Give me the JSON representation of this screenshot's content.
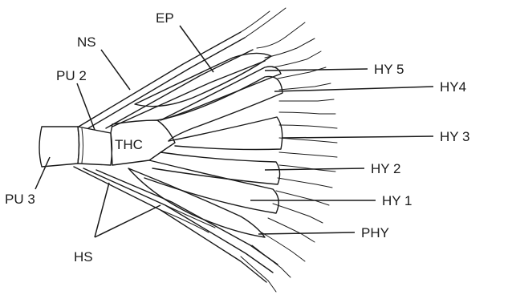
{
  "labels": {
    "ep": "EP",
    "ns": "NS",
    "pu2": "PU 2",
    "thc": "THC",
    "pu3": "PU 3",
    "hs": "HS",
    "hy5": "HY 5",
    "hy4": "HY4",
    "hy3": "HY 3",
    "hy2": "HY 2",
    "hy1": "HY 1",
    "phy": "PHY"
  }
}
